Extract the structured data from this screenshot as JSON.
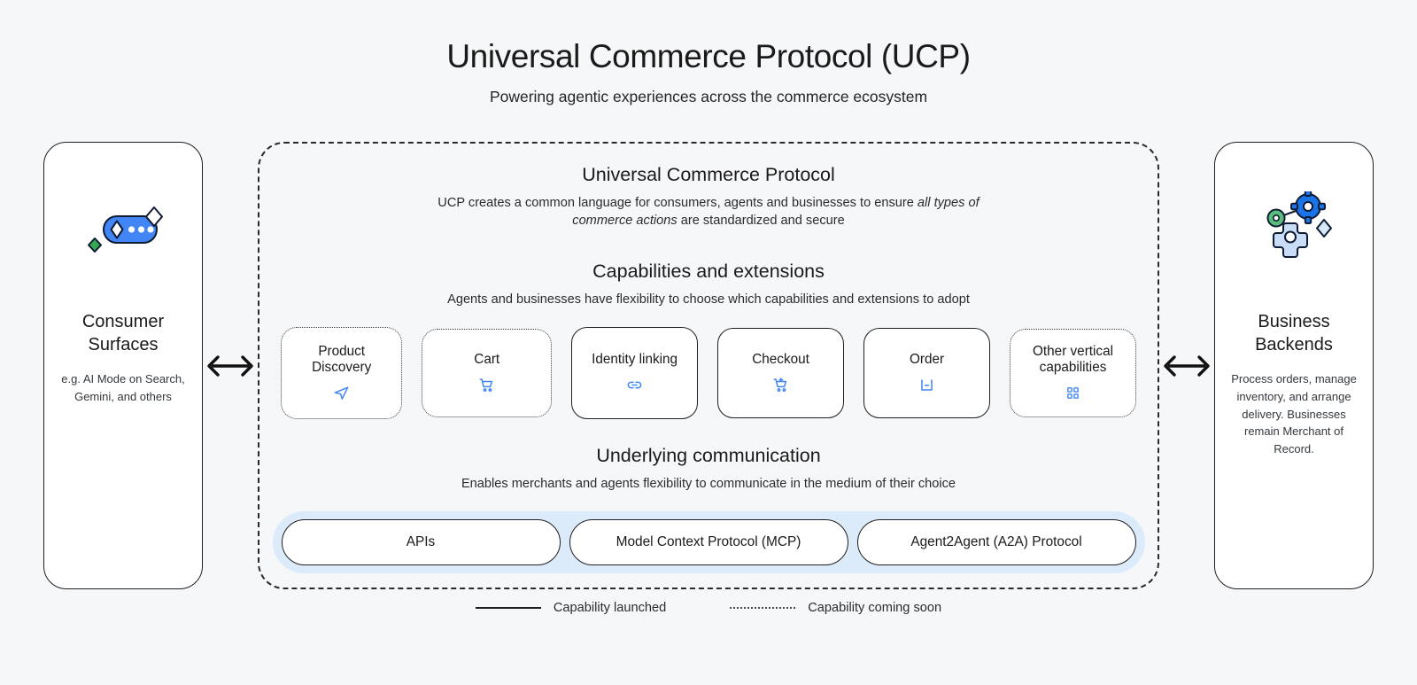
{
  "header": {
    "title": "Universal Commerce Protocol (UCP)",
    "subtitle": "Powering agentic experiences across the commerce ecosystem"
  },
  "left_panel": {
    "icon": "ai-mode-sparkle-icon",
    "title": "Consumer Surfaces",
    "description": "e.g. AI Mode on Search, Gemini, and others"
  },
  "right_panel": {
    "icon": "gears-backend-icon",
    "title": "Business Backends",
    "description": "Process orders, manage inventory, and arrange delivery. Businesses remain Merchant of Record."
  },
  "connectors": {
    "left_arrow": "bidirectional-arrow-icon",
    "right_arrow": "bidirectional-arrow-icon"
  },
  "ucp": {
    "section_title": "Universal Commerce Protocol",
    "section_desc_part1": "UCP creates a common language for consumers, agents and businesses to ensure ",
    "section_desc_em1": "all types of commerce actions",
    "section_desc_part2": " are standardized and secure",
    "capabilities": {
      "title": "Capabilities and extensions",
      "desc": "Agents and businesses have flexibility to choose which capabilities and extensions to adopt",
      "cards": [
        {
          "label": "Product Discovery",
          "status": "soon",
          "icon": "send-arrow-icon"
        },
        {
          "label": "Cart",
          "status": "soon",
          "icon": "shopping-cart-icon"
        },
        {
          "label": "Identity linking",
          "status": "launched",
          "icon": "link-chain-icon"
        },
        {
          "label": "Checkout",
          "status": "launched",
          "icon": "cart-checkout-icon"
        },
        {
          "label": "Order",
          "status": "launched",
          "icon": "package-box-icon"
        },
        {
          "label": "Other vertical capabilities",
          "status": "soon",
          "icon": "grid-dots-icon"
        }
      ]
    },
    "communication": {
      "title": "Underlying communication",
      "desc": "Enables merchants and agents flexibility to communicate in the medium of their choice",
      "protocols": [
        {
          "label": "APIs"
        },
        {
          "label": "Model Context Protocol (MCP)"
        },
        {
          "label": "Agent2Agent (A2A) Protocol"
        }
      ]
    }
  },
  "legend": {
    "items": [
      {
        "style": "solid",
        "label": "Capability launched"
      },
      {
        "style": "dotted",
        "label": "Capability coming soon"
      }
    ]
  },
  "colors": {
    "background": "#f6f7f9",
    "ink": "#1f1f1f",
    "accent_blue": "#4285f4",
    "pill_shell": "#dcebfa",
    "green": "#34a853"
  }
}
